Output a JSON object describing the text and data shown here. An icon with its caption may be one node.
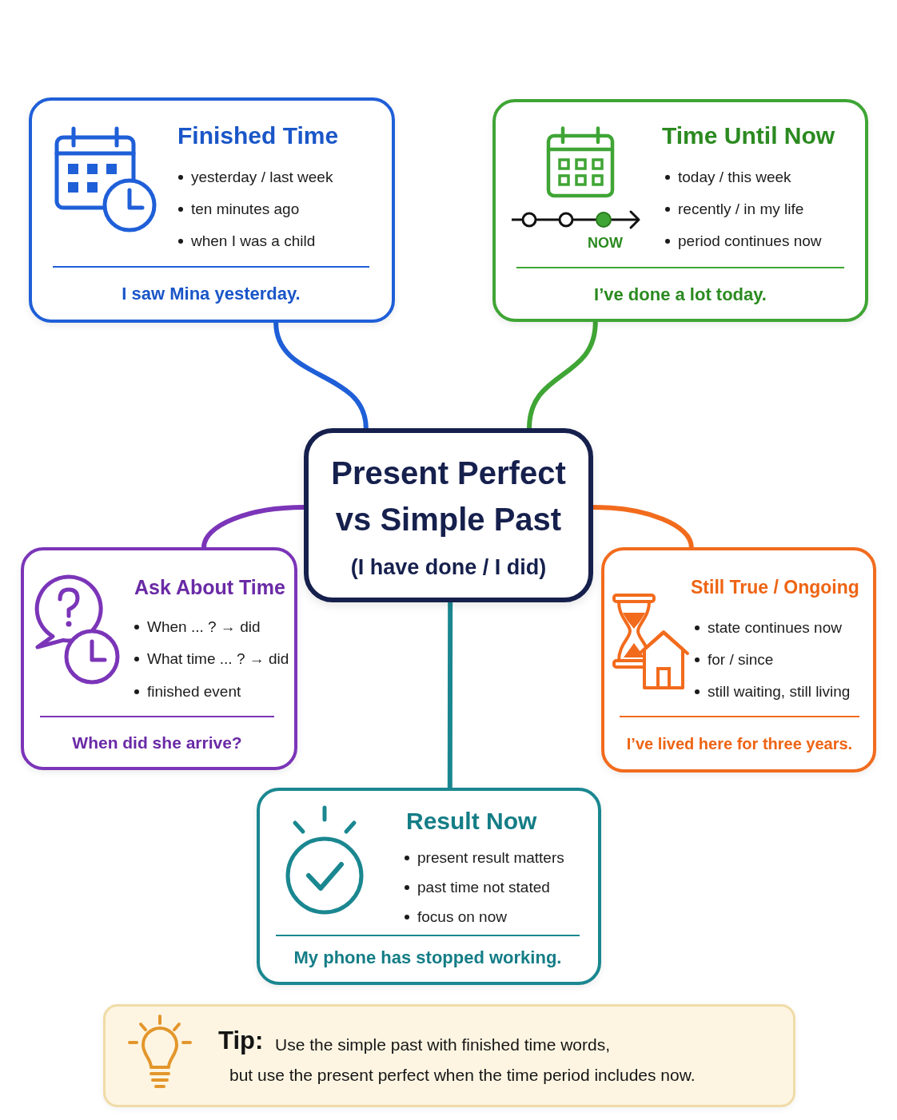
{
  "diagram": {
    "nodes": [
      {
        "text": [
          "Present Perfect vs Simple Past",
          "(I have done / I did)"
        ]
      },
      {
        "text": [
          "Finished Time",
          "yesterday / last week",
          "ten minutes ago",
          "when I was a child",
          "I saw Mina yesterday."
        ]
      },
      {
        "text": [
          "Time Until Now",
          "today / this week",
          "recently / in my life",
          "NOW",
          "period continues now",
          "I’ve done a lot today."
        ]
      },
      {
        "text": [
          "Ask About Time",
          "When ... ? → did",
          "What time ... ? → did",
          "finished event",
          "When did she arrive?"
        ]
      },
      {
        "text": [
          "Still True / Ongoing",
          "state continues now",
          "for / since",
          "still waiting, still living",
          "I’ve lived here for three years."
        ]
      },
      {
        "text": [
          "Result Now",
          "present result matters",
          "past time not stated",
          "focus on now",
          "My phone has stopped working."
        ]
      },
      {
        "text": [
          "Tip:",
          "Use the simple past with finished time words,",
          "but use the present perfect when the time period includes now."
        ]
      }
    ],
    "edges": [
      {
        "from": 0,
        "to": 1,
        "arrow": "none",
        "color": "#1f5fd8"
      },
      {
        "from": 0,
        "to": 2,
        "arrow": "none",
        "color": "#3fa535"
      },
      {
        "from": 0,
        "to": 3,
        "arrow": "none",
        "color": "#7b35b8"
      },
      {
        "from": 0,
        "to": 4,
        "arrow": "none",
        "color": "#f26b1d"
      },
      {
        "from": 0,
        "to": 5,
        "arrow": "none",
        "color": "#1a8790"
      }
    ]
  }
}
